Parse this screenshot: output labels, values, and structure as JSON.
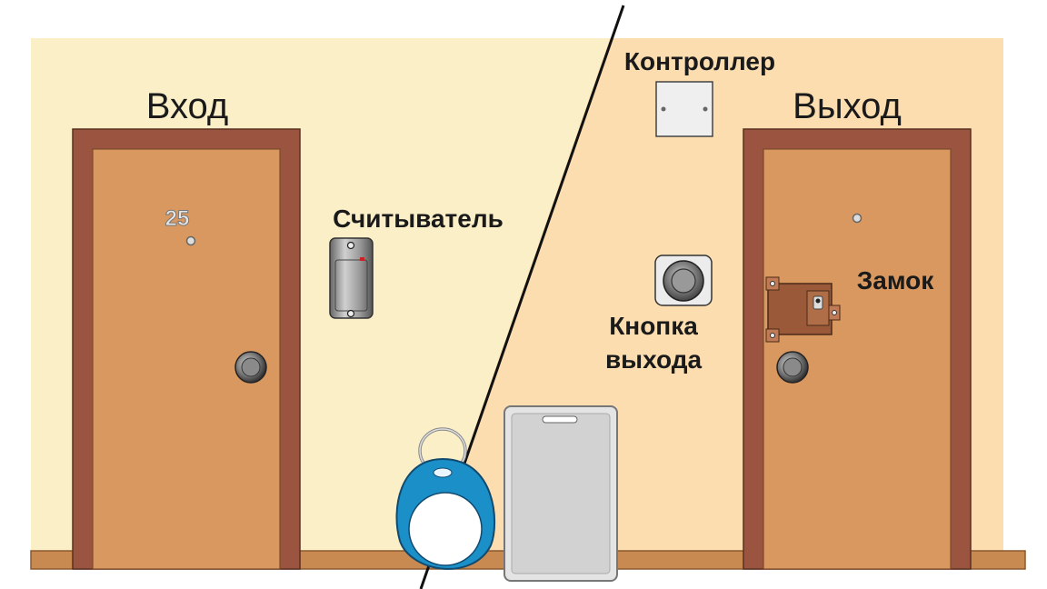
{
  "labels": {
    "entrance": "Вход",
    "exit": "Выход",
    "controller": "Контроллер",
    "reader": "Считыватель",
    "exit_button_line1": "Кнопка",
    "exit_button_line2": "выхода",
    "lock": "Замок"
  },
  "door_number": "25",
  "colors": {
    "wall_left": "#fbefc8",
    "wall_right": "#fbddb0",
    "door_frame": "#9a5440",
    "door_leaf": "#d9985f",
    "floor": "#c98a52",
    "keyfob": "#1a8fc8",
    "lock_body": "#9a5a3a"
  }
}
